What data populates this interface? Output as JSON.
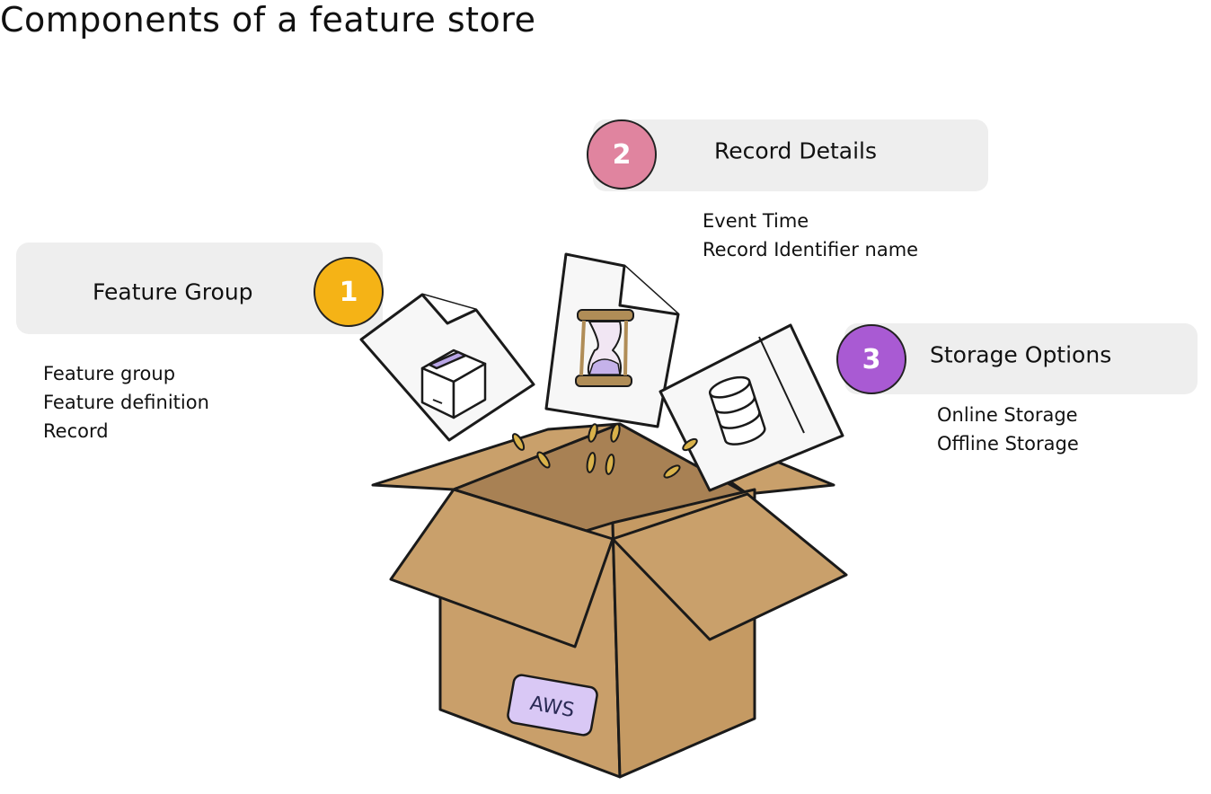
{
  "title": "Components of a feature store",
  "components": [
    {
      "number": "1",
      "label": "Feature Group",
      "color": "#f5b316",
      "items": [
        "Feature group",
        "Feature definition",
        "Record"
      ]
    },
    {
      "number": "2",
      "label": "Record Details",
      "color": "#e0849f",
      "items": [
        "Event Time",
        "Record Identifier name"
      ]
    },
    {
      "number": "3",
      "label": "Storage Options",
      "color": "#a95ad3",
      "items": [
        "Online Storage",
        "Offline Storage"
      ]
    }
  ],
  "box": {
    "label": "AWS",
    "label_color": "#d9c8f5",
    "cardboard_color": "#c99f6a"
  }
}
